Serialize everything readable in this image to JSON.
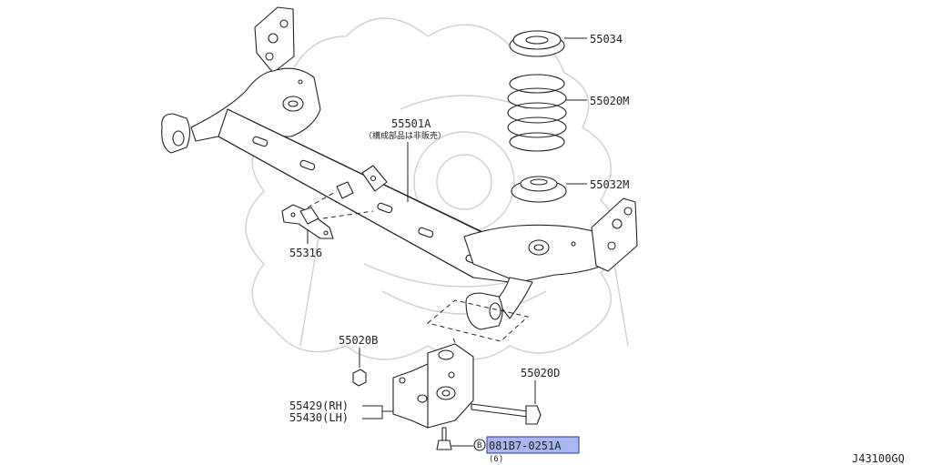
{
  "parts": {
    "p55034": "55034",
    "p55020M": "55020M",
    "p55032M": "55032M",
    "p55501A": "55501A",
    "p55501A_note": "（構成部品は非販売）",
    "p55316": "55316",
    "p55020B": "55020B",
    "p55020D": "55020D",
    "p55429": "55429(RH)",
    "p55430": "55430(LH)",
    "bolt_prefix": "B",
    "bolt_part": "081B7-0251A",
    "bolt_qty": "(6)"
  },
  "diagram_id": "J43100GQ",
  "highlight_color": "#aab6ee"
}
